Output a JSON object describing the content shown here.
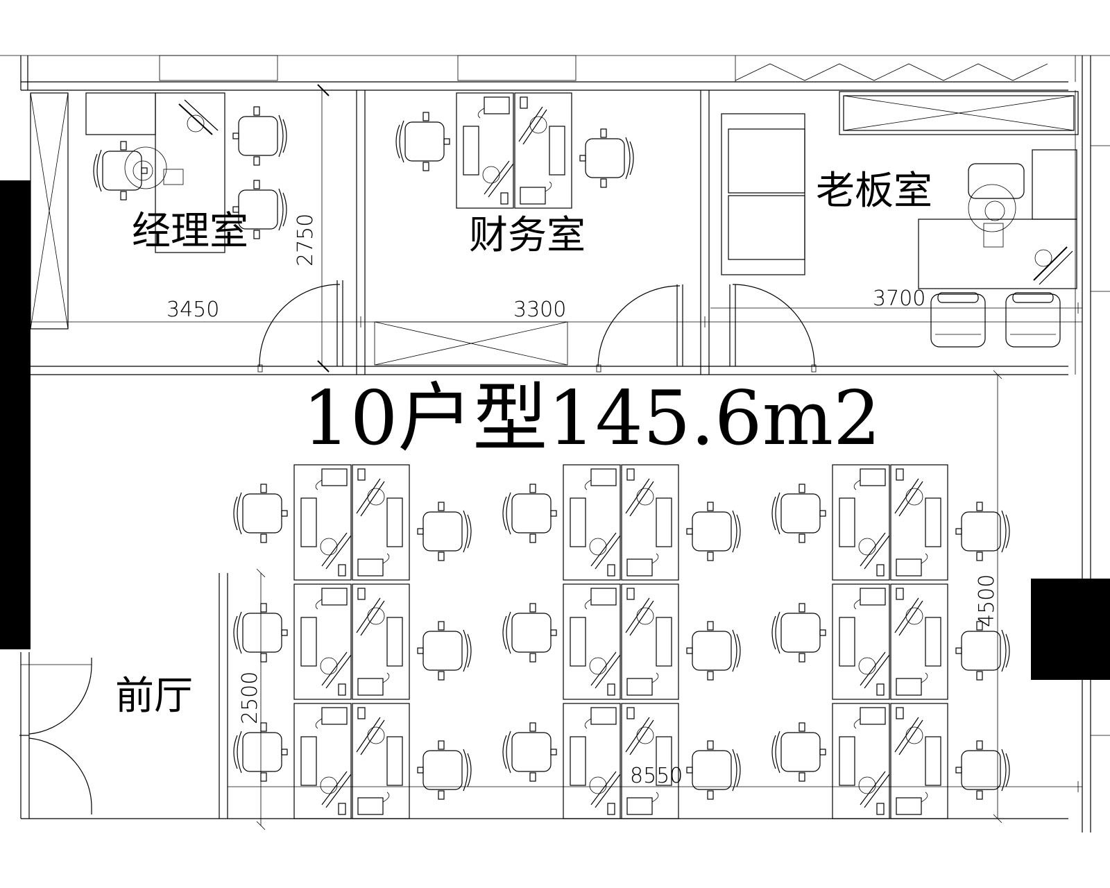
{
  "title": "10户型145.6m2",
  "rooms": {
    "manager": "经理室",
    "finance": "财务室",
    "boss": "老板室",
    "lobby": "前厅"
  },
  "dimensions": {
    "d3450": "3450",
    "d3300": "3300",
    "d3700": "3700",
    "d2750": "2750",
    "d4500": "4500",
    "d2500": "2500",
    "d8550": "8550"
  },
  "colors": {
    "line": "#000000",
    "background": "#ffffff"
  }
}
